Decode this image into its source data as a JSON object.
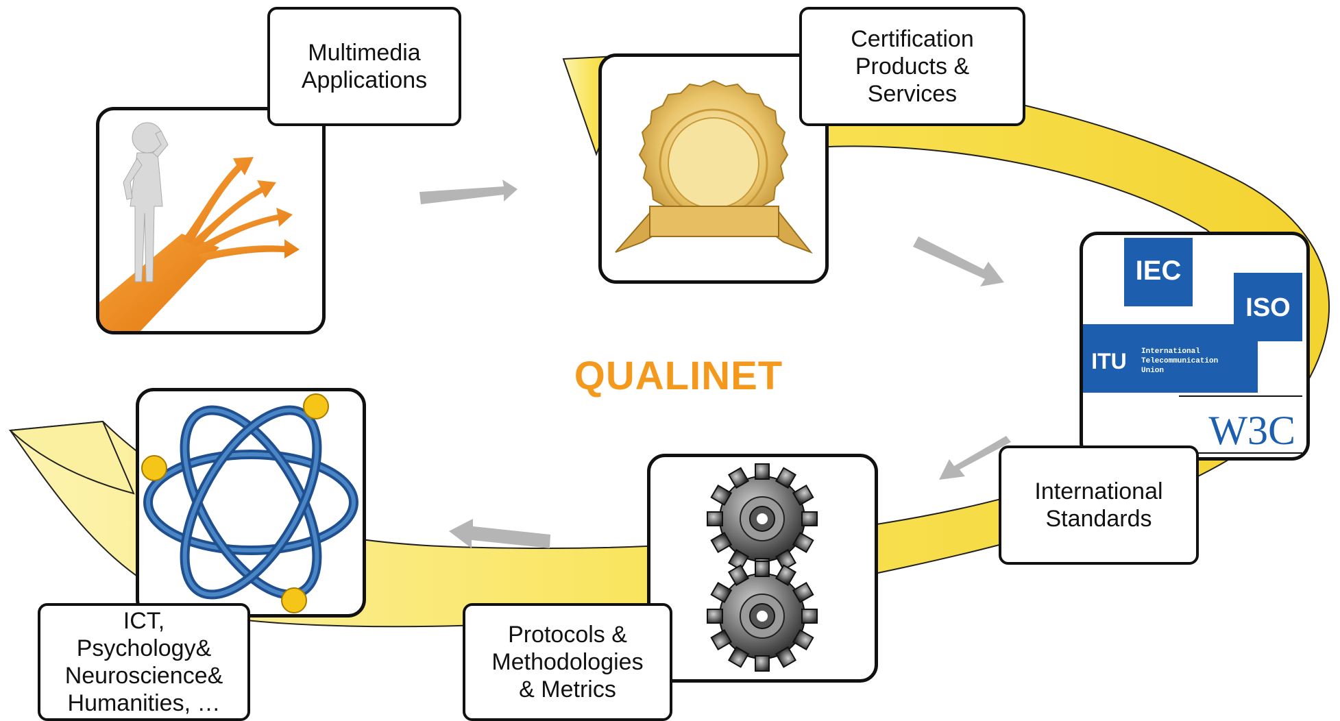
{
  "title": "QUALINET",
  "colors": {
    "ribbon": "#f8e24a",
    "ribbon_light": "#fcf3a8",
    "arrow": "#b5b5b5",
    "title": "#f39a1e"
  },
  "nodes": {
    "multimedia": {
      "label": "Multimedia\nApplications",
      "icon": "thinking-figure-with-orange-arrows-icon"
    },
    "certification": {
      "label": "Certification\nProducts &\nServices",
      "icon": "gold-seal-icon"
    },
    "standards": {
      "label": "International\nStandards",
      "icon": "standards-logos-icon",
      "logos": {
        "iec": "IEC",
        "iso": "ISO",
        "itu": "ITU",
        "itu_text": "International\nTelecommunication\nUnion",
        "w3c": "W3C"
      }
    },
    "protocols": {
      "label": "Protocols &\nMethodologies\n& Metrics",
      "icon": "gears-icon"
    },
    "ict": {
      "label": "ICT,\nPsychology&\nNeuroscience&\nHumanities, …",
      "icon": "atom-icon"
    }
  }
}
